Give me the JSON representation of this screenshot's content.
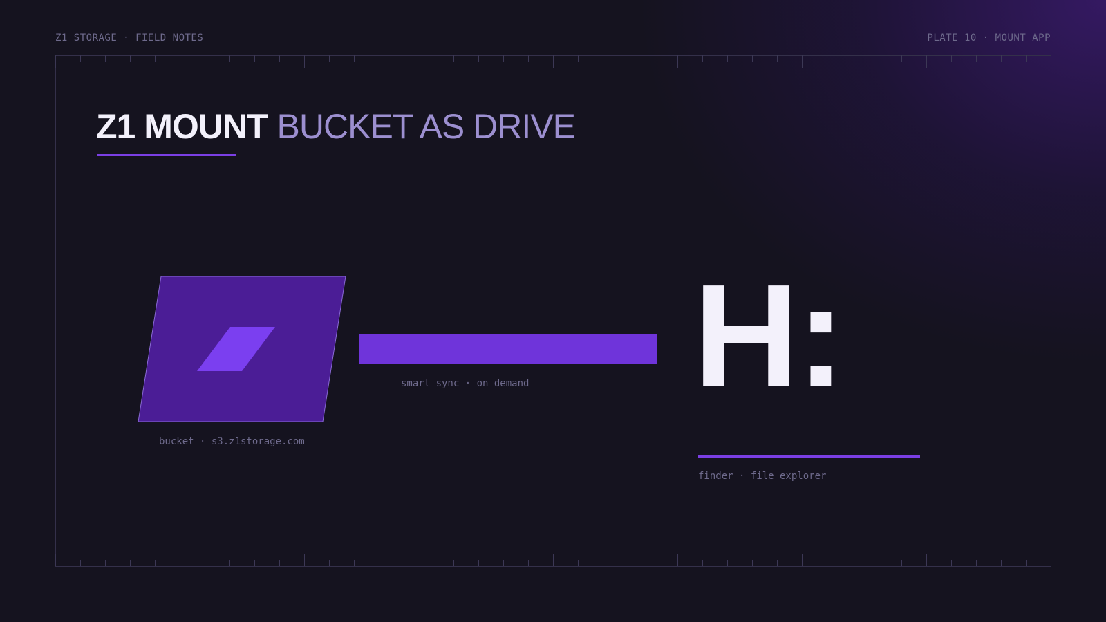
{
  "header": {
    "left": "Z1 STORAGE · FIELD NOTES",
    "right": "PLATE 10 · MOUNT APP"
  },
  "title": {
    "strong": "Z1 MOUNT",
    "light": "BUCKET AS DRIVE"
  },
  "diagram": {
    "bucket_caption": "bucket · s3.z1storage.com",
    "link_caption": "smart sync · on demand",
    "drive_letter": "H:",
    "drive_caption": "finder · file explorer"
  },
  "colors": {
    "background": "#15131f",
    "accent": "#7b3fe4",
    "bucket_fill": "#4b1d96",
    "bucket_inner": "#7b3ff0",
    "title_light": "#9c8fd0",
    "text_light": "#f3f1fb",
    "muted": "#6e6a8c"
  }
}
